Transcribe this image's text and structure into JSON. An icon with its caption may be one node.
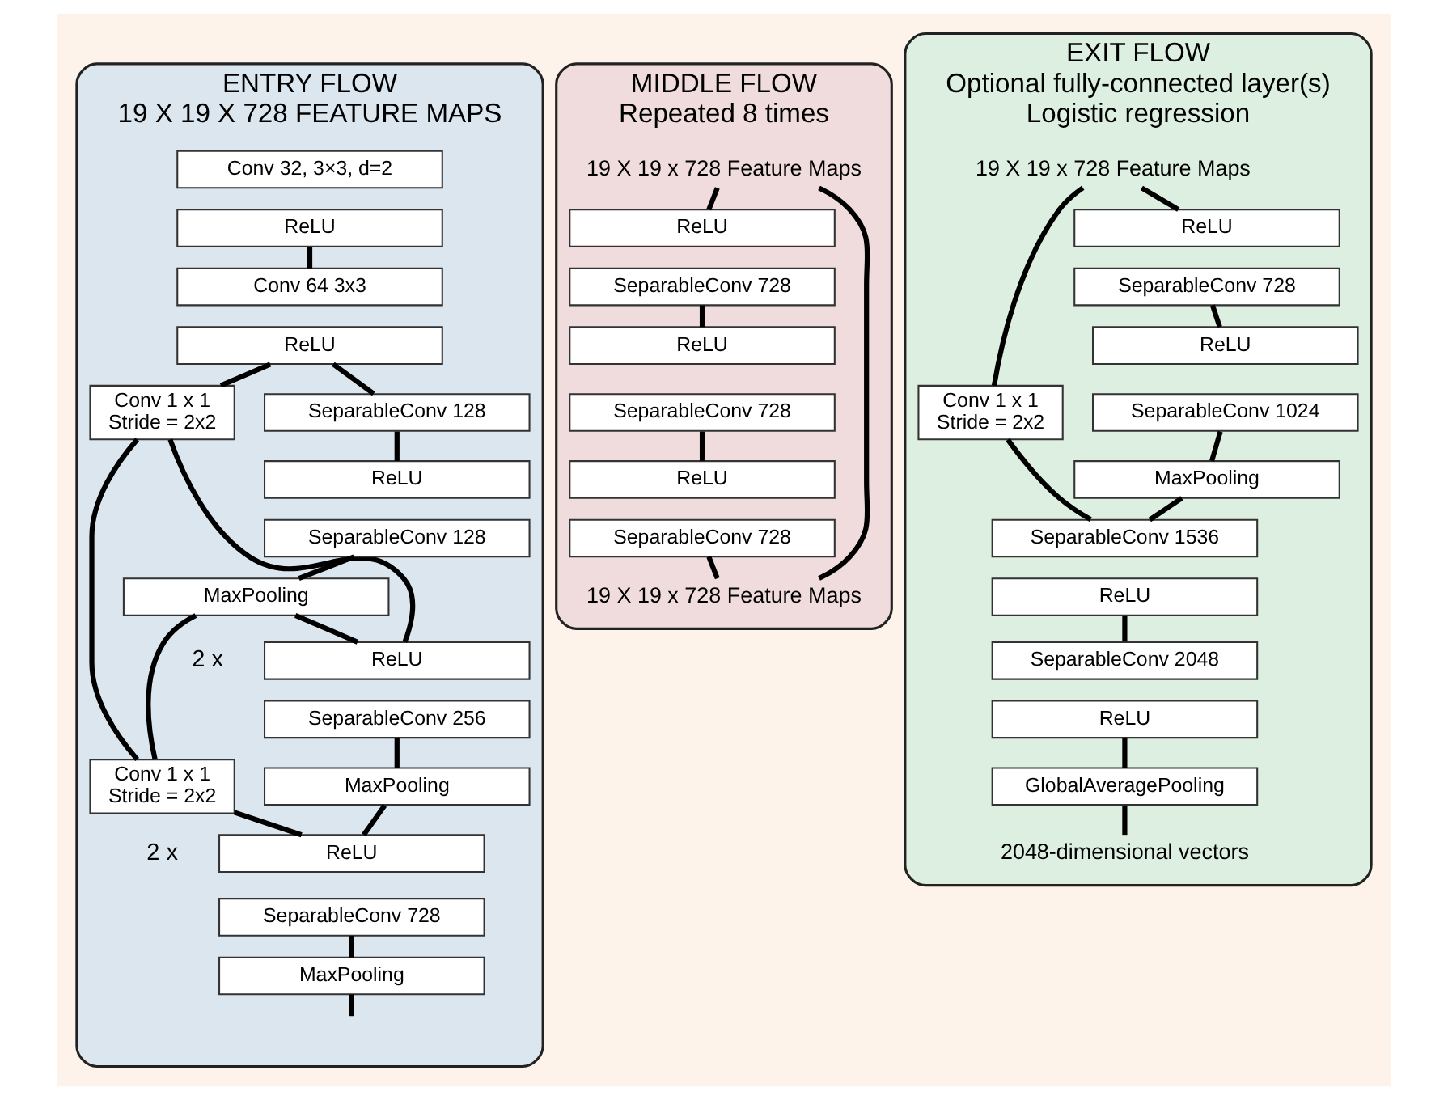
{
  "diagram": {
    "nodes": [
      {
        "text": [
          "ENTRY FLOW",
          "19 X 19 X 728 FEATURE MAPS"
        ]
      },
      {
        "text": [
          "Conv 32, 3×3, d=2"
        ],
        "in": 0
      },
      {
        "text": [
          "ReLU"
        ],
        "in": 0
      },
      {
        "text": [
          "Conv 64 3x3"
        ],
        "in": 0
      },
      {
        "text": [
          "ReLU"
        ],
        "in": 0
      },
      {
        "text": [
          "Conv 1 x 1",
          "Stride = 2x2"
        ],
        "in": 0
      },
      {
        "text": [
          "SeparableConv 128"
        ],
        "in": 0
      },
      {
        "text": [
          "ReLU"
        ],
        "in": 0
      },
      {
        "text": [
          "SeparableConv 128"
        ],
        "in": 0
      },
      {
        "text": [
          "MaxPooling"
        ],
        "in": 0
      },
      {
        "text": [
          "ReLU"
        ],
        "in": 0,
        "beside": [
          "2 x"
        ]
      },
      {
        "text": [
          "SeparableConv 256"
        ],
        "in": 0
      },
      {
        "text": [
          "Conv 1 x 1",
          "Stride = 2x2"
        ],
        "in": 0
      },
      {
        "text": [
          "MaxPooling"
        ],
        "in": 0
      },
      {
        "text": [
          "ReLU"
        ],
        "in": 0,
        "beside": [
          "2 x"
        ]
      },
      {
        "text": [
          "SeparableConv 728"
        ],
        "in": 0
      },
      {
        "text": [
          "MaxPooling"
        ],
        "in": 0
      },
      {
        "text": [
          "MIDDLE FLOW",
          "Repeated 8 times"
        ]
      },
      {
        "text": [
          "19 X 19 x 728 Feature Maps"
        ],
        "in": 17
      },
      {
        "text": [
          "ReLU"
        ],
        "in": 17
      },
      {
        "text": [
          "SeparableConv 728"
        ],
        "in": 17
      },
      {
        "text": [
          "ReLU"
        ],
        "in": 17
      },
      {
        "text": [
          "SeparableConv 728"
        ],
        "in": 17
      },
      {
        "text": [
          "ReLU"
        ],
        "in": 17
      },
      {
        "text": [
          "SeparableConv 728"
        ],
        "in": 17
      },
      {
        "text": [
          "19 X 19 x 728 Feature Maps"
        ],
        "in": 17
      },
      {
        "text": [
          "EXIT FLOW",
          "Optional fully-connected layer(s)",
          "Logistic regression"
        ]
      },
      {
        "text": [
          "19 X 19 x 728 Feature Maps"
        ],
        "in": 26
      },
      {
        "text": [
          "ReLU"
        ],
        "in": 26
      },
      {
        "text": [
          "SeparableConv 728"
        ],
        "in": 26
      },
      {
        "text": [
          "Conv 1 x 1",
          "Stride = 2x2"
        ],
        "in": 26
      },
      {
        "text": [
          "ReLU"
        ],
        "in": 26
      },
      {
        "text": [
          "SeparableConv 1024"
        ],
        "in": 26
      },
      {
        "text": [
          "MaxPooling"
        ],
        "in": 26
      },
      {
        "text": [
          "SeparableConv 1536"
        ],
        "in": 26
      },
      {
        "text": [
          "ReLU"
        ],
        "in": 26
      },
      {
        "text": [
          "SeparableConv 2048"
        ],
        "in": 26
      },
      {
        "text": [
          "ReLU"
        ],
        "in": 26
      },
      {
        "text": [
          "GlobalAveragePooling"
        ],
        "in": 26
      },
      {
        "text": [
          "2048-dimensional vectors"
        ],
        "in": 26
      }
    ],
    "edges": [
      {
        "from": 2,
        "to": 3,
        "arrow": "none"
      },
      {
        "from": 4,
        "to": 5,
        "arrow": "none"
      },
      {
        "from": 4,
        "to": 6,
        "arrow": "none"
      },
      {
        "from": 6,
        "to": 7,
        "arrow": "none"
      },
      {
        "from": 8,
        "to": 9,
        "arrow": "none"
      },
      {
        "from": 9,
        "to": 10,
        "arrow": "none"
      },
      {
        "from": 5,
        "to": 10,
        "arrow": "none"
      },
      {
        "from": 9,
        "to": 12,
        "arrow": "none"
      },
      {
        "from": 5,
        "to": 12,
        "arrow": "none"
      },
      {
        "from": 11,
        "to": 13,
        "arrow": "none"
      },
      {
        "from": 13,
        "to": 14,
        "arrow": "none"
      },
      {
        "from": 12,
        "to": 14,
        "arrow": "none"
      },
      {
        "from": 15,
        "to": 16,
        "arrow": "none"
      },
      {
        "from": 16,
        "to": null,
        "arrow": "none"
      },
      {
        "from": 18,
        "to": 19,
        "arrow": "none"
      },
      {
        "from": 20,
        "to": 21,
        "arrow": "none"
      },
      {
        "from": 22,
        "to": 23,
        "arrow": "none"
      },
      {
        "from": 24,
        "to": 25,
        "arrow": "none"
      },
      {
        "from": 18,
        "to": 25,
        "arrow": "none"
      },
      {
        "from": 27,
        "to": 28,
        "arrow": "none"
      },
      {
        "from": 27,
        "to": 30,
        "arrow": "none"
      },
      {
        "from": 29,
        "to": 31,
        "arrow": "none"
      },
      {
        "from": 32,
        "to": 33,
        "arrow": "none"
      },
      {
        "from": 33,
        "to": 34,
        "arrow": "none"
      },
      {
        "from": 30,
        "to": 34,
        "arrow": "none"
      },
      {
        "from": 35,
        "to": 36,
        "arrow": "none"
      },
      {
        "from": 37,
        "to": 38,
        "arrow": "none"
      },
      {
        "from": 38,
        "to": 39,
        "arrow": "none"
      }
    ]
  }
}
